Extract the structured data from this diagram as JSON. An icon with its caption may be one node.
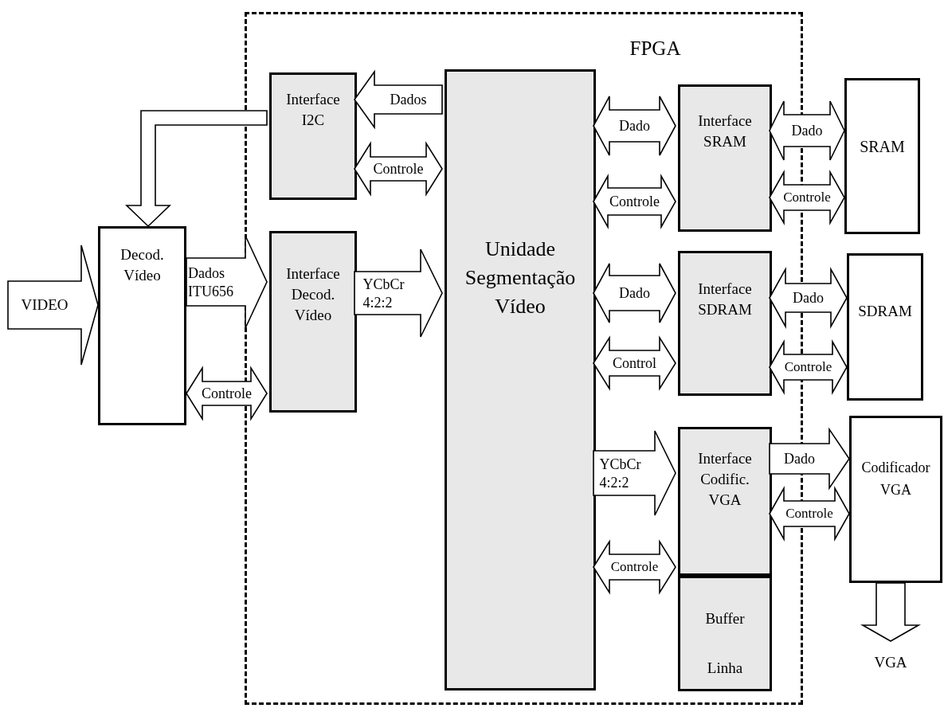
{
  "diagram": {
    "nodes": [
      {
        "text": [
          "FPGA"
        ]
      },
      {
        "text": [
          "Interface I2C"
        ],
        "in": 0
      },
      {
        "text": [
          "Unidade Segmentação Vídeo"
        ],
        "in": 0
      },
      {
        "text": [
          "Interface SRAM"
        ],
        "in": 0
      },
      {
        "text": [
          "SRAM"
        ]
      },
      {
        "text": [
          "Decod. Vídeo"
        ]
      },
      {
        "text": [
          "Interface Decod. Vídeo"
        ],
        "in": 0
      },
      {
        "text": [
          "Interface SDRAM"
        ],
        "in": 0
      },
      {
        "text": [
          "SDRAM"
        ]
      },
      {
        "text": [
          "Interface Codific. VGA"
        ],
        "in": 0
      },
      {
        "text": [
          "Codificador VGA"
        ]
      },
      {
        "text": [
          "Buffer Linha"
        ],
        "in": 0
      }
    ],
    "edges": [
      {
        "from": 2,
        "to": 1,
        "arrow": "to",
        "label": "Dados"
      },
      {
        "from": 1,
        "to": 2,
        "arrow": "both",
        "label": "Controle"
      },
      {
        "from": 1,
        "to": 5,
        "arrow": "to"
      },
      {
        "from": null,
        "to": 5,
        "arrow": "to",
        "label": "VIDEO"
      },
      {
        "from": 5,
        "to": 6,
        "arrow": "to",
        "label": "Dados ITU656"
      },
      {
        "from": 5,
        "to": 6,
        "arrow": "both",
        "label": "Controle"
      },
      {
        "from": 6,
        "to": 2,
        "arrow": "to",
        "label": "YCbCr 4:2:2"
      },
      {
        "from": 2,
        "to": 3,
        "arrow": "both",
        "label": "Dado"
      },
      {
        "from": 2,
        "to": 3,
        "arrow": "both",
        "label": "Controle"
      },
      {
        "from": 3,
        "to": 4,
        "arrow": "both",
        "label": "Dado"
      },
      {
        "from": 3,
        "to": 4,
        "arrow": "both",
        "label": "Controle"
      },
      {
        "from": 2,
        "to": 7,
        "arrow": "both",
        "label": "Dado"
      },
      {
        "from": 2,
        "to": 7,
        "arrow": "both",
        "label": "Control"
      },
      {
        "from": 7,
        "to": 8,
        "arrow": "both",
        "label": "Dado"
      },
      {
        "from": 7,
        "to": 8,
        "arrow": "both",
        "label": "Controle"
      },
      {
        "from": 2,
        "to": 9,
        "arrow": "to",
        "label": "YCbCr 4:2:2"
      },
      {
        "from": 2,
        "to": 9,
        "arrow": "both",
        "label": "Controle"
      },
      {
        "from": 9,
        "to": 10,
        "arrow": "to",
        "label": "Dado"
      },
      {
        "from": 9,
        "to": 10,
        "arrow": "both",
        "label": "Controle"
      },
      {
        "from": 10,
        "to": null,
        "arrow": "to",
        "label": "VGA"
      }
    ]
  }
}
